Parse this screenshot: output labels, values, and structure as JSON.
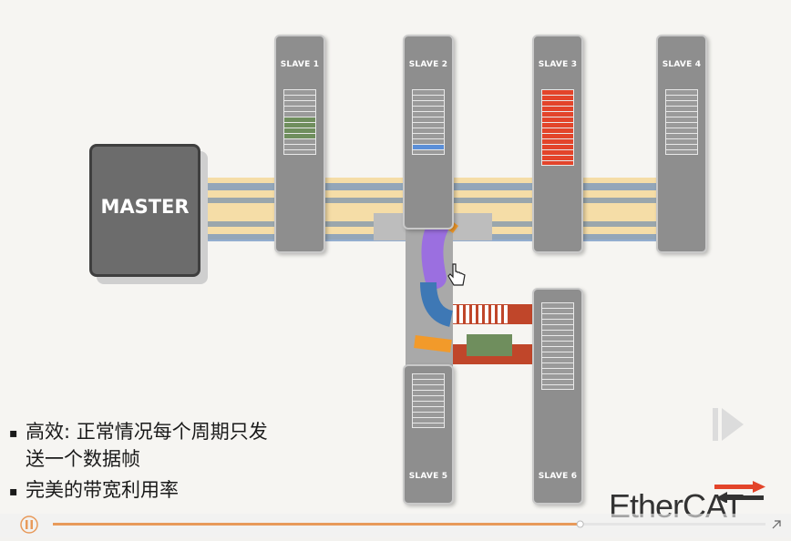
{
  "diagram": {
    "master_label": "MASTER",
    "slaves": [
      {
        "label": "SLAVE 1"
      },
      {
        "label": "SLAVE 2"
      },
      {
        "label": "SLAVE 3"
      },
      {
        "label": "SLAVE 4"
      },
      {
        "label": "SLAVE 5"
      },
      {
        "label": "SLAVE 6"
      }
    ],
    "colors": {
      "bus_track": "#f5d89a",
      "bus_track_blue": "#5b86b8",
      "slave_body": "#8e8e8e",
      "data_red": "#e3442a",
      "data_purple": "#9b6fe0",
      "data_orange": "#f29a2a",
      "data_green": "#6f8e5d",
      "data_blue": "#3e78b5"
    }
  },
  "bullets": [
    {
      "text": "高效: 正常情况每个周期只发"
    },
    {
      "text": "送一个数据帧"
    },
    {
      "text": "完美的带宽利用率"
    }
  ],
  "player": {
    "progress": 0.74,
    "pause_icon": "pause-icon",
    "next_icon": "next-icon",
    "fullscreen_icon": "fullscreen-icon"
  },
  "logo": {
    "text": "EtherCAT"
  }
}
